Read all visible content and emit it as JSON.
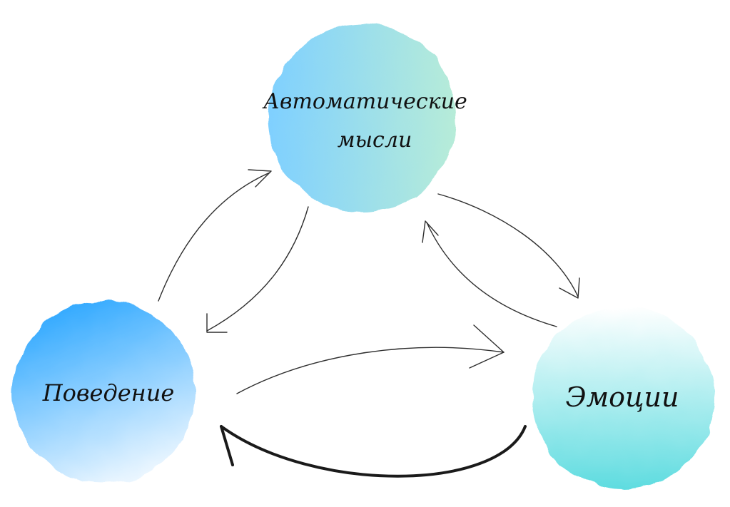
{
  "nodes": {
    "thoughts": {
      "line1": "Автоматические",
      "line2": "мысли",
      "gradient": [
        "#7fd0ff",
        "#b7ecd8"
      ]
    },
    "behavior": {
      "label": "Поведение",
      "gradient": [
        "#2fa8ff",
        "#f2f9ff"
      ]
    },
    "emotions": {
      "label": "Эмоции",
      "gradient": [
        "#ffffff",
        "#5fdce0"
      ]
    }
  },
  "edges": [
    {
      "from": "Поведение",
      "to": "Автоматические мысли"
    },
    {
      "from": "Автоматические мысли",
      "to": "Поведение"
    },
    {
      "from": "Автоматические мысли",
      "to": "Эмоции"
    },
    {
      "from": "Эмоции",
      "to": "Автоматические мысли"
    },
    {
      "from": "Поведение",
      "to": "Эмоции"
    },
    {
      "from": "Эмоции",
      "to": "Поведение"
    }
  ]
}
